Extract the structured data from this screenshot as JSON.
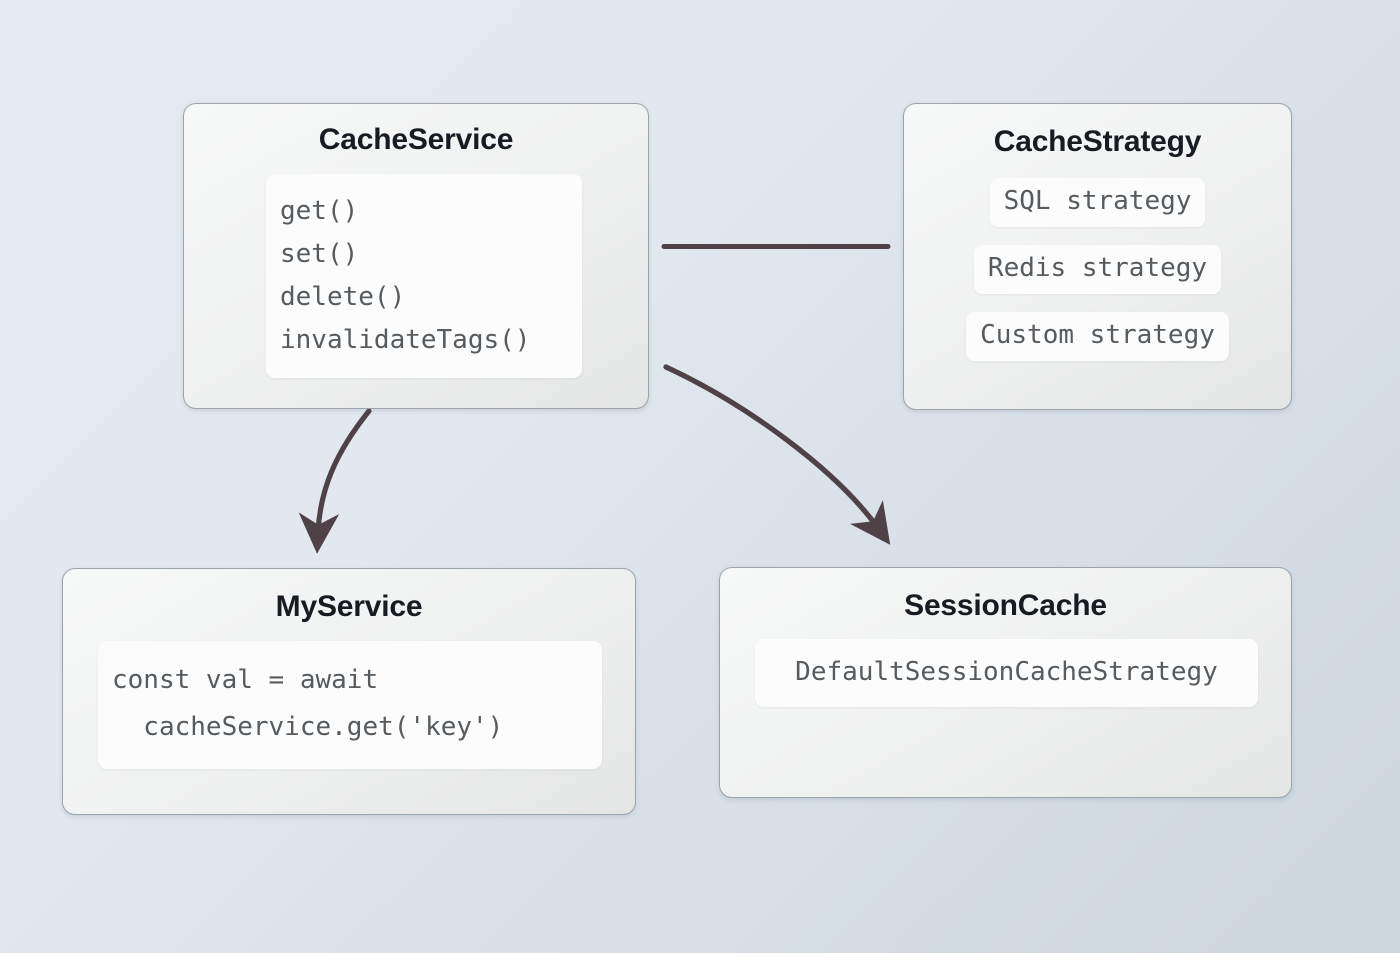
{
  "diagram": {
    "background_top": "#e6eaf1",
    "background_bottom": "#ccd6de",
    "edge_color": "#4f4247"
  },
  "cards": {
    "cache_service": {
      "title": "CacheService",
      "methods": [
        "get()",
        "set()",
        "delete()",
        "invalidateTags()"
      ]
    },
    "cache_strategy": {
      "title": "CacheStrategy",
      "strategies": [
        "SQL strategy",
        "Redis strategy",
        "Custom strategy"
      ]
    },
    "my_service": {
      "title": "MyService",
      "code_lines": [
        "const val = await",
        "  cacheService.get('key')"
      ]
    },
    "session_cache": {
      "title": "SessionCache",
      "strategy": "DefaultSessionCacheStrategy"
    }
  },
  "edges": [
    {
      "name": "cache-service-to-cache-strategy",
      "from": "CacheService",
      "to": "CacheStrategy",
      "style": "straight-line",
      "arrowhead": false
    },
    {
      "name": "cache-service-to-my-service",
      "from": "CacheService",
      "to": "MyService",
      "style": "curved",
      "arrowhead": true
    },
    {
      "name": "cache-service-to-session-cache",
      "from": "CacheService",
      "to": "SessionCache",
      "style": "curved",
      "arrowhead": true
    }
  ]
}
